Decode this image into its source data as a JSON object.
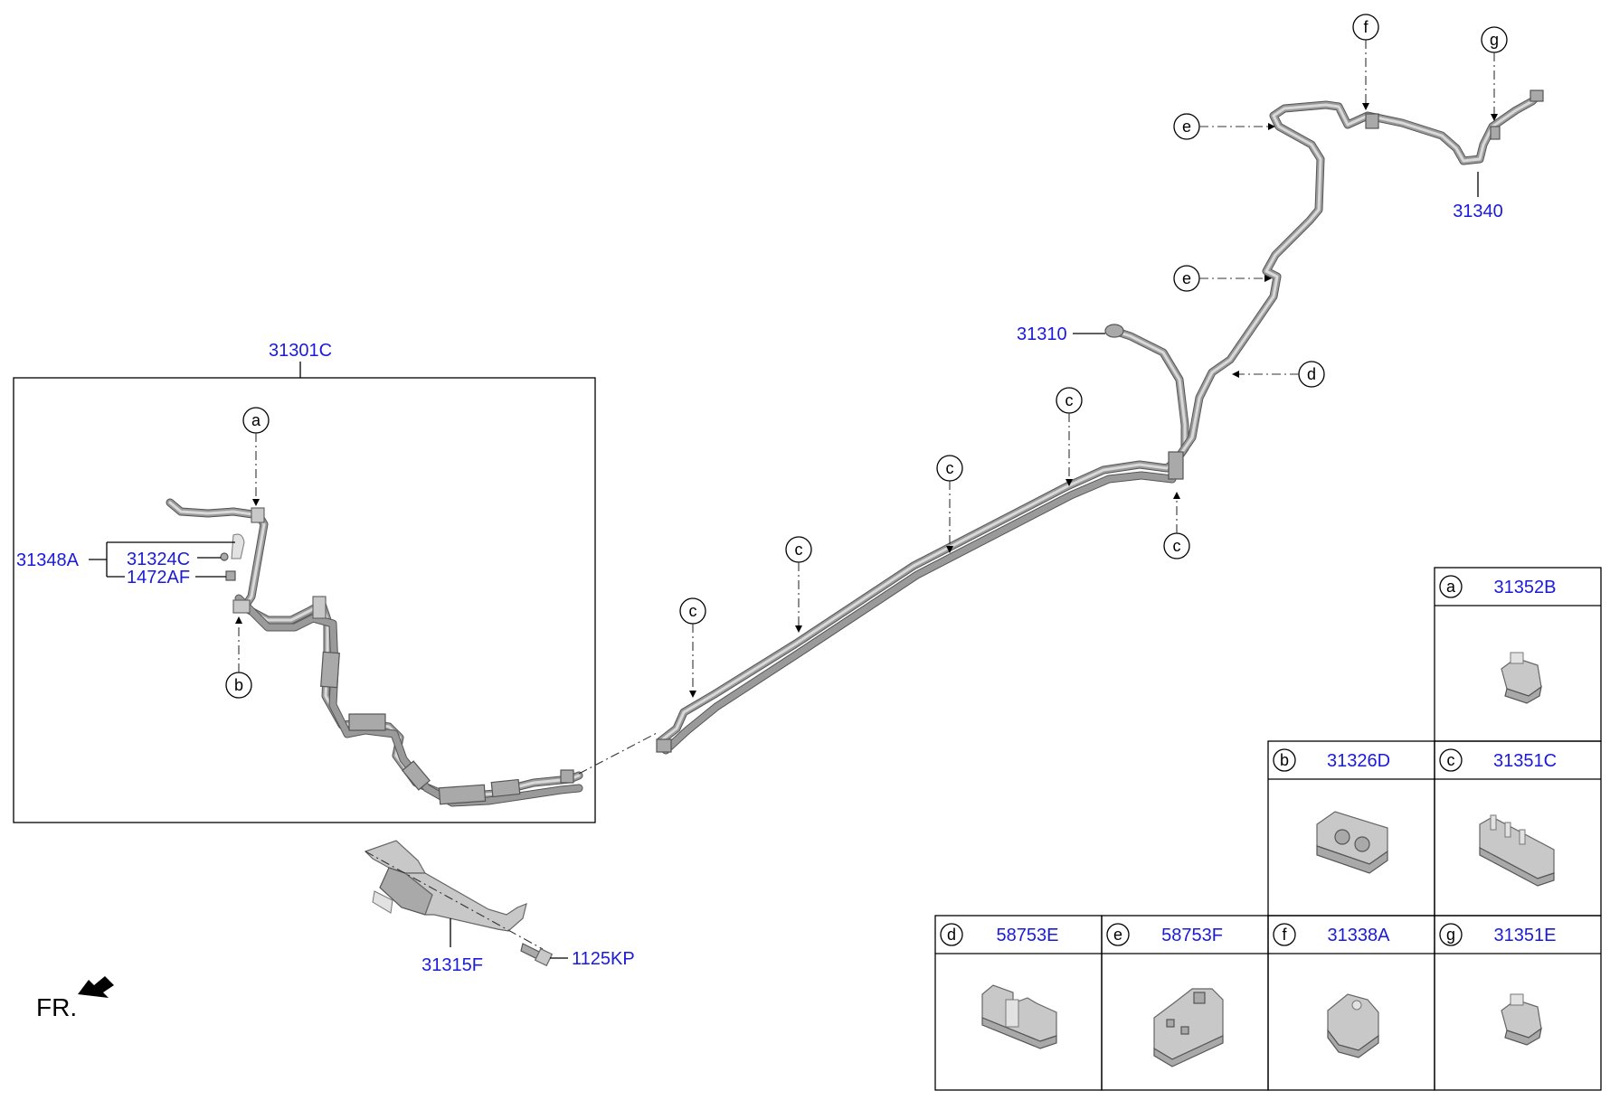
{
  "title": "",
  "labels": {
    "assembly": "31301C",
    "hose_31348A": "31348A",
    "hose_31324C": "31324C",
    "bolt_1472AF": "1472AF",
    "line_31310": "31310",
    "line_31340": "31340",
    "bracket_31315F": "31315F",
    "bolt_1125KP": "1125KP",
    "front_indicator": "FR."
  },
  "callouts": {
    "a": "a",
    "b": "b",
    "c": "c",
    "d": "d",
    "e": "e",
    "f": "f",
    "g": "g"
  },
  "legend": {
    "a": {
      "letter": "a",
      "part": "31352B"
    },
    "b": {
      "letter": "b",
      "part": "31326D"
    },
    "c": {
      "letter": "c",
      "part": "31351C"
    },
    "d": {
      "letter": "d",
      "part": "58753E"
    },
    "e": {
      "letter": "e",
      "part": "58753F"
    },
    "f": {
      "letter": "f",
      "part": "31338A"
    },
    "g": {
      "letter": "g",
      "part": "31351E"
    }
  },
  "colors": {
    "label_blue": "#1a1adb",
    "tube_gray": "#9a9a9a",
    "line_black": "#000000"
  }
}
